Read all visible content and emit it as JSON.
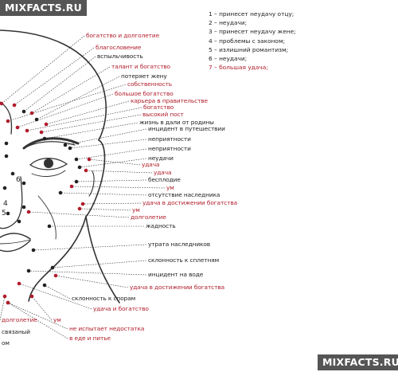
{
  "watermark_top": "MIXFACTS.RU",
  "watermark_bottom": "MIXFACTS.RU",
  "colors": {
    "lucky": "#b01c2a",
    "unlucky": "#222222"
  },
  "legend": [
    {
      "text": "1 – принесет неудачу отцу;",
      "tone": "dark"
    },
    {
      "text": "2 – неудачи;",
      "tone": "dark"
    },
    {
      "text": "3 – принесет неудачу жене;",
      "tone": "dark"
    },
    {
      "text": "4 – проблемы с законом;",
      "tone": "dark"
    },
    {
      "text": "5 – излишний романтизм;",
      "tone": "dark"
    },
    {
      "text": "6 – неудачи;",
      "tone": "dark"
    },
    {
      "text": "7 – большая удача;",
      "tone": "red"
    }
  ],
  "face_numbers": [
    "6",
    "4",
    "5"
  ],
  "labels": [
    {
      "text": "богатство и долголетие",
      "tone": "red"
    },
    {
      "text": "благословение",
      "tone": "red"
    },
    {
      "text": "вспыльчивость",
      "tone": "dark"
    },
    {
      "text": "талант и богатство",
      "tone": "red"
    },
    {
      "text": "потеряет жену",
      "tone": "dark"
    },
    {
      "text": "собственность",
      "tone": "red"
    },
    {
      "text": "большое богатство",
      "tone": "red"
    },
    {
      "text": "карьера в правительстве",
      "tone": "red"
    },
    {
      "text": "богатство",
      "tone": "red"
    },
    {
      "text": "высокий пост",
      "tone": "red"
    },
    {
      "text": "жизнь в дали от родины",
      "tone": "dark"
    },
    {
      "text": "инцидент в путешествии",
      "tone": "dark"
    },
    {
      "text": "неприятности",
      "tone": "dark"
    },
    {
      "text": "неприятности",
      "tone": "dark"
    },
    {
      "text": "неудачи",
      "tone": "dark"
    },
    {
      "text": "удача",
      "tone": "red"
    },
    {
      "text": "удача",
      "tone": "red"
    },
    {
      "text": "бесплодие",
      "tone": "dark"
    },
    {
      "text": "ум",
      "tone": "red"
    },
    {
      "text": "отсутствие наследника",
      "tone": "dark"
    },
    {
      "text": "удача в достижении богатства",
      "tone": "red"
    },
    {
      "text": "ум",
      "tone": "red"
    },
    {
      "text": "долголетие",
      "tone": "red"
    },
    {
      "text": "жадность",
      "tone": "dark"
    },
    {
      "text": "утрата наследников",
      "tone": "dark"
    },
    {
      "text": "склонность к сплетням",
      "tone": "dark"
    },
    {
      "text": "инцидент на воде",
      "tone": "dark"
    },
    {
      "text": "удача в достижении богатства",
      "tone": "red"
    },
    {
      "text": "склонность к спорам",
      "tone": "dark"
    },
    {
      "text": "удача и богатство",
      "tone": "red"
    },
    {
      "text": "ум",
      "tone": "red"
    },
    {
      "text": "не испытает недостатка",
      "tone": "red"
    },
    {
      "text": "в еде и питье",
      "tone": "red"
    },
    {
      "text": "долголетие",
      "tone": "red"
    },
    {
      "text": "связаный",
      "tone": "dark"
    },
    {
      "text": "ом",
      "tone": "dark"
    }
  ]
}
